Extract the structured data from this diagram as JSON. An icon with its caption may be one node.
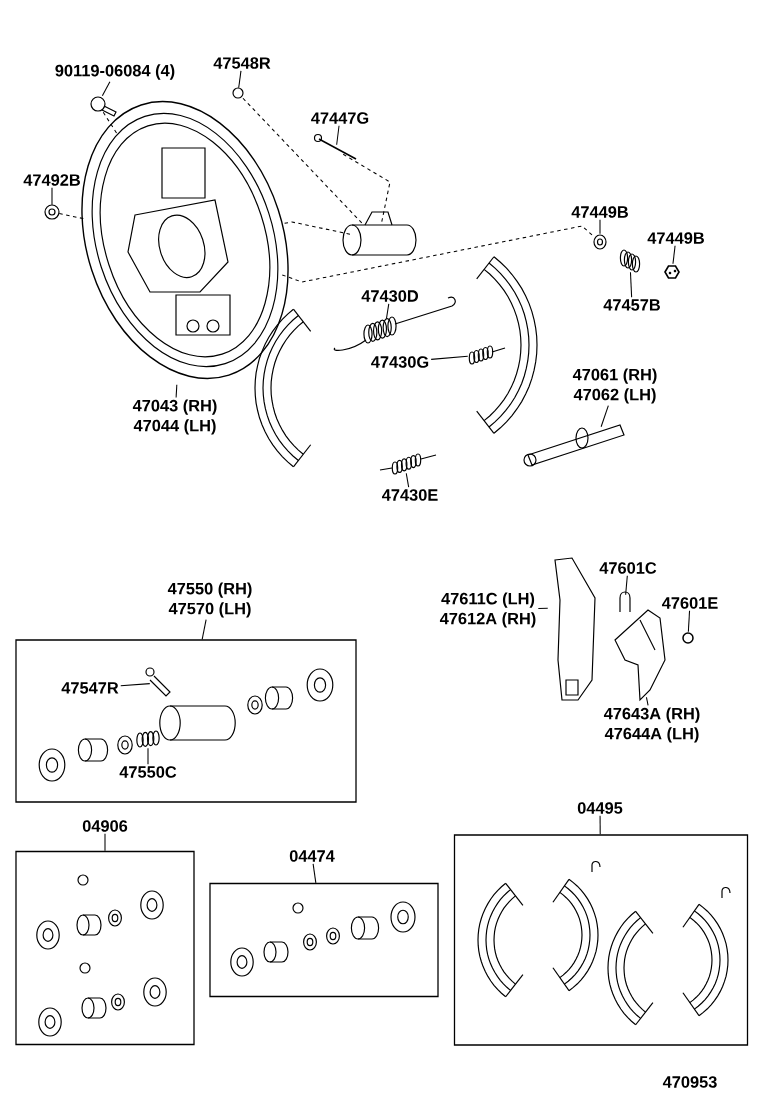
{
  "diagram": {
    "nodes": [
      {
        "text": [
          "90119-06084 (4)"
        ]
      },
      {
        "text": [],
        "shape": "picture"
      },
      {
        "text": [
          "47548R"
        ]
      },
      {
        "text": [],
        "shape": "picture"
      },
      {
        "text": [
          "47447G"
        ]
      },
      {
        "text": [],
        "shape": "picture"
      },
      {
        "text": [
          "47492B"
        ]
      },
      {
        "text": [],
        "shape": "picture"
      },
      {
        "text": [],
        "shape": "picture"
      },
      {
        "text": [
          "47043 (RH)",
          "47044 (LH)"
        ]
      },
      {
        "text": [
          "47449B"
        ]
      },
      {
        "text": [],
        "shape": "picture"
      },
      {
        "text": [
          "47449B"
        ]
      },
      {
        "text": [],
        "shape": "picture"
      },
      {
        "text": [],
        "shape": "picture"
      },
      {
        "text": [
          "47457B"
        ]
      },
      {
        "text": [
          "47430D"
        ]
      },
      {
        "text": [],
        "shape": "picture"
      },
      {
        "text": [
          "47430G"
        ]
      },
      {
        "text": [],
        "shape": "picture"
      },
      {
        "text": [
          "47061 (RH)",
          "47062 (LH)"
        ]
      },
      {
        "text": [],
        "shape": "picture"
      },
      {
        "text": [],
        "shape": "picture"
      },
      {
        "text": [
          "47430E"
        ]
      },
      {
        "text": [
          "47550 (RH)",
          "47570 (LH)"
        ]
      },
      {
        "text": [],
        "shape": "box"
      },
      {
        "text": [
          "47547R"
        ],
        "in": 25
      },
      {
        "text": [],
        "shape": "picture",
        "in": 25
      },
      {
        "text": [],
        "shape": "picture",
        "in": 25
      },
      {
        "text": [
          "47550C"
        ],
        "in": 25
      },
      {
        "text": [
          "47601C"
        ]
      },
      {
        "text": [],
        "shape": "picture"
      },
      {
        "text": [
          "47611C (LH)",
          "47612A (RH)"
        ]
      },
      {
        "text": [],
        "shape": "picture"
      },
      {
        "text": [
          "47601E"
        ]
      },
      {
        "text": [],
        "shape": "picture"
      },
      {
        "text": [],
        "shape": "picture"
      },
      {
        "text": [
          "47643A (RH)",
          "47644A (LH)"
        ]
      },
      {
        "text": [
          "04906"
        ]
      },
      {
        "text": [],
        "shape": "box"
      },
      {
        "text": [
          "04474"
        ]
      },
      {
        "text": [],
        "shape": "box"
      },
      {
        "text": [
          "04495"
        ]
      },
      {
        "text": [],
        "shape": "box"
      },
      {
        "text": [],
        "shape": "picture"
      }
    ],
    "edges": [
      {
        "from": 0,
        "to": 1,
        "arrow": "none"
      },
      {
        "from": 2,
        "to": 3,
        "arrow": "none"
      },
      {
        "from": 4,
        "to": 5,
        "arrow": "none"
      },
      {
        "from": 6,
        "to": 7,
        "arrow": "none"
      },
      {
        "from": 9,
        "to": 8,
        "arrow": "none"
      },
      {
        "from": 10,
        "to": 11,
        "arrow": "none"
      },
      {
        "from": 12,
        "to": 13,
        "arrow": "none"
      },
      {
        "from": 15,
        "to": 14,
        "arrow": "none"
      },
      {
        "from": 16,
        "to": 17,
        "arrow": "none"
      },
      {
        "from": 18,
        "to": 19,
        "arrow": "none"
      },
      {
        "from": 20,
        "to": 21,
        "arrow": "none"
      },
      {
        "from": 23,
        "to": 22,
        "arrow": "none"
      },
      {
        "from": 24,
        "to": 25,
        "arrow": "none"
      },
      {
        "from": 26,
        "to": 27,
        "arrow": "none"
      },
      {
        "from": 29,
        "to": 28,
        "arrow": "none"
      },
      {
        "from": 30,
        "to": 31,
        "arrow": "none"
      },
      {
        "from": 32,
        "to": 33,
        "arrow": "none"
      },
      {
        "from": 34,
        "to": 35,
        "arrow": "none"
      },
      {
        "from": 37,
        "to": 36,
        "arrow": "none"
      },
      {
        "from": 38,
        "to": 39,
        "arrow": "none"
      },
      {
        "from": 40,
        "to": 41,
        "arrow": "none"
      },
      {
        "from": 42,
        "to": 43,
        "arrow": "none"
      },
      {
        "from": 1,
        "to": 8,
        "arrow": "none",
        "style": "dashed"
      },
      {
        "from": 7,
        "to": 8,
        "arrow": "none",
        "style": "dashed"
      },
      {
        "from": 3,
        "to": 44,
        "arrow": "none",
        "style": "dashed"
      },
      {
        "from": 5,
        "to": 44,
        "arrow": "none",
        "style": "dashed"
      },
      {
        "from": 8,
        "to": 44,
        "arrow": "none",
        "style": "dashed"
      },
      {
        "from": 8,
        "to": 11,
        "arrow": "none",
        "style": "dashed"
      }
    ],
    "labels": [
      "470953"
    ]
  }
}
